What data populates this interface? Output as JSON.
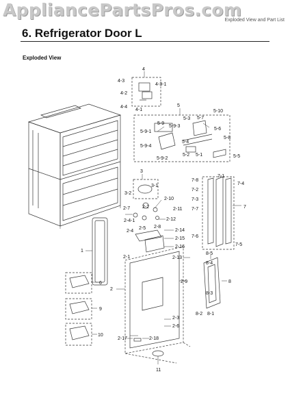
{
  "header": {
    "watermark": "AppliancePartsPros.com",
    "right_text": "Exploded View and Part List"
  },
  "title": "6.  Refrigerator Door L",
  "subtitle": "Exploded View",
  "labels": {
    "l4": "4",
    "l4_3": "4-3",
    "l4_3_1": "4-3-1",
    "l4_2": "4-2",
    "l4_4": "4-4",
    "l4_1": "4-1",
    "l5": "5",
    "l5_3": "5-3",
    "l5_7": "5-7",
    "l5_10": "5-10",
    "l5_9": "5-9",
    "l5_9_3": "5-9-3",
    "l5_9_1": "5-9-1",
    "l5_6": "5-6",
    "l5_8": "5-8",
    "l5_9_4": "5-9-4",
    "l5_4": "5-4",
    "l5_2": "5-2",
    "l5_1": "5-1",
    "l5_9_2": "5-9-2",
    "l5_5": "5-5",
    "l3": "3",
    "l3_2": "3-2",
    "l3_1": "3-1",
    "l7_8": "7-8",
    "l7_1": "7-1",
    "l7_4": "7-4",
    "l7_2": "7-2",
    "l7_3": "7-3",
    "l7_7": "7-7",
    "l7": "7",
    "l7_6": "7-6",
    "l7_5": "7-5",
    "l2_7": "2-7",
    "l2_10": "2-10",
    "l2_2": "2-2",
    "l2_4_1": "2-4-1",
    "l2_11": "2-11",
    "l2_12": "2-12",
    "l2_5": "2-5",
    "l2_8": "2-8",
    "l2_14": "2-14",
    "l2_4": "2-4",
    "l2_15": "2-15",
    "l2_16": "2-16",
    "l1": "1",
    "l2_1": "2-1",
    "l2_13": "2-13",
    "l2": "2",
    "l2_9": "2-9",
    "l8_5": "8-5",
    "l8_4": "8-4",
    "l8": "8",
    "l8_3": "8-3",
    "l8_2": "8-2",
    "l8_1": "8-1",
    "l6": "6",
    "l9": "9",
    "l10": "10",
    "l2_3": "2-3",
    "l2_6": "2-6",
    "l2_17": "2-17",
    "l2_18": "2-18",
    "l11": "11"
  }
}
